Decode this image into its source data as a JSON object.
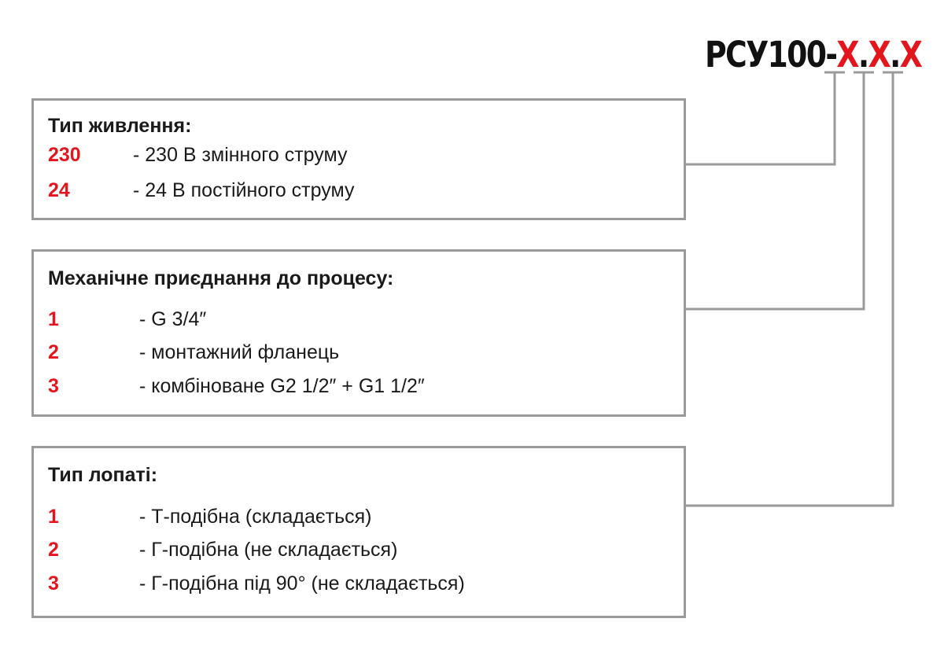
{
  "model_code": {
    "prefix": "РСУ100-",
    "positions": [
      "X",
      "X",
      "X"
    ],
    "separator": ".",
    "accent_color": "#e3161d"
  },
  "line_color": "#9a9a9a",
  "groups": [
    {
      "title": "Тип живлення:",
      "options": [
        {
          "code": "230",
          "desc": "- 230 В змінного струму"
        },
        {
          "code": "24",
          "desc": "- 24 В постійного струму"
        }
      ]
    },
    {
      "title": "Механічне приєднання до процесу:",
      "options": [
        {
          "code": "1",
          "desc": "- G 3/4″"
        },
        {
          "code": "2",
          "desc": "- монтажний фланець"
        },
        {
          "code": "3",
          "desc": "- комбіноване G2 1/2″ + G1 1/2″"
        }
      ]
    },
    {
      "title": "Тип лопаті:",
      "options": [
        {
          "code": "1",
          "desc": "- Т-подібна (складається)"
        },
        {
          "code": "2",
          "desc": "- Г-подібна (не складається)"
        },
        {
          "code": "3",
          "desc": "- Г-подібна під 90° (не складається)"
        }
      ]
    }
  ]
}
